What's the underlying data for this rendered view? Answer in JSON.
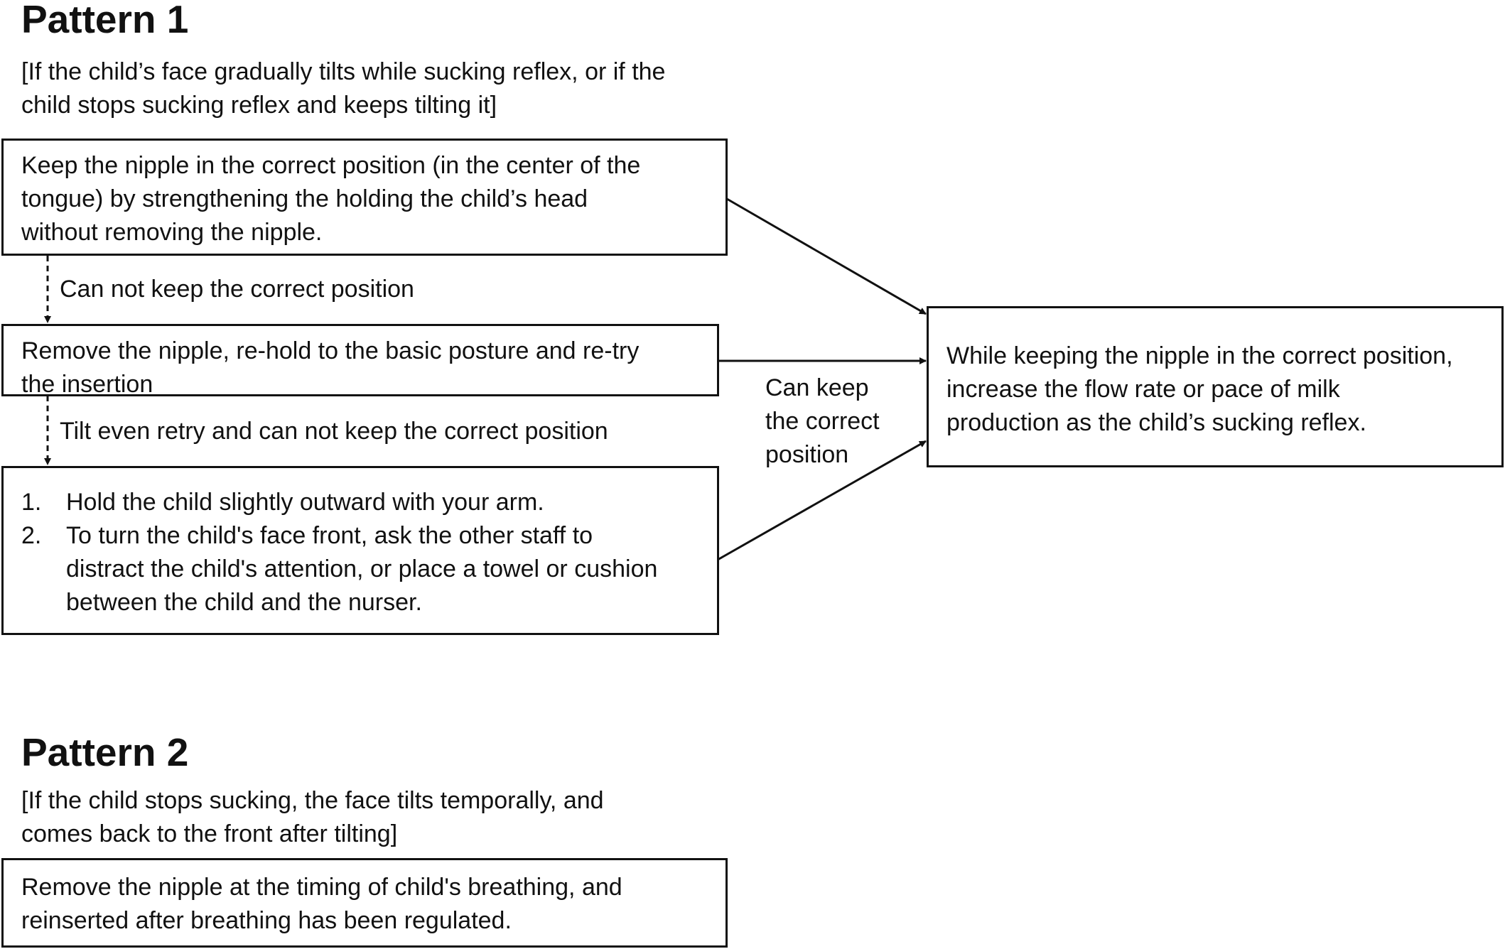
{
  "pattern1": {
    "title": "Pattern 1",
    "condition_line1": "[If the child’s face gradually tilts while sucking reflex, or if the",
    "condition_line2": "child stops sucking reflex and keeps tilting it]",
    "box1": {
      "line1": "Keep the nipple in the correct position (in the center of the",
      "line2": "tongue) by strengthening the holding the child’s head",
      "line3": "without removing the nipple."
    },
    "label_a": "Can not keep the correct position",
    "box2": {
      "line1": "Remove the nipple, re-hold to the basic posture and re-try",
      "line2": "the insertion"
    },
    "label_b": "Tilt even retry and can not keep the correct position",
    "box3": {
      "items": [
        {
          "num": "1.",
          "lines": [
            "Hold the child slightly outward with your arm."
          ]
        },
        {
          "num": "2.",
          "lines": [
            "To turn the child's face front, ask the other staff to",
            "distract the child's attention, or place a towel or cushion",
            "between the child and the nurser."
          ]
        }
      ]
    },
    "label_c": {
      "line1": "Can keep",
      "line2": "the correct",
      "line3": "position"
    },
    "result_box": {
      "line1": "While keeping the nipple in the correct position,",
      "line2": "increase the flow rate or pace of milk",
      "line3": "production as the child’s sucking reflex."
    }
  },
  "pattern2": {
    "title": "Pattern 2",
    "condition_line1": "[If the child stops sucking, the face tilts temporally, and",
    "condition_line2": "comes back to the front after tilting]",
    "box": {
      "line1": "Remove the nipple at the timing of child's breathing, and",
      "line2": "reinserted after breathing has been regulated."
    }
  }
}
